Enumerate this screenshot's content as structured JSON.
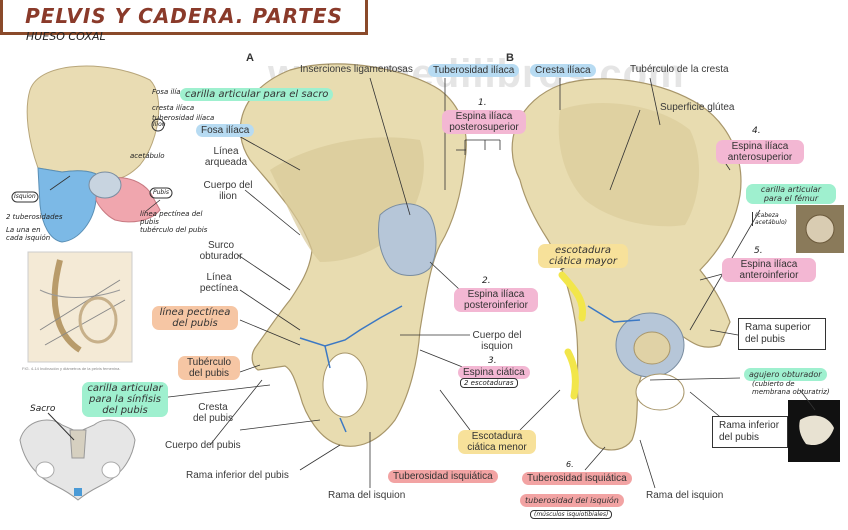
{
  "title": "PELVIS Y CADERA. PARTES",
  "left_heading": "HUESO COXAL",
  "watermark": "www.medilibros.com",
  "panel_labels": {
    "a": "A",
    "b": "B"
  },
  "thumbnails": {
    "top_notes": {
      "fosa_iliaca": "Fosa ilíaca",
      "cresta_iliaca": "cresta ilíaca",
      "tuberosidad": "tuberosidad ilíaca",
      "acetabulo": "acetábulo",
      "ilion": "Ilion",
      "isquion": "Isquion",
      "pubis": "Pubis",
      "tuberosidades": "2 tuberosidades",
      "una_en_cada": "La una en cada isquión",
      "linea_pectinea": "línea pectínea del pubis",
      "tuberculo": "tubérculo del pubis"
    },
    "sacro": "Sacro"
  },
  "figure_caption": "FIG. 4-14 Inclinación y diámetros de la pelvis femenina.",
  "labels_a": {
    "inserciones": "Inserciones ligamentosas",
    "carilla_sacro": "carilla articular para el sacro",
    "fosa_iliaca": "Fosa ilíaca",
    "linea_arqueada": "Línea arqueada",
    "cuerpo_ilion": "Cuerpo del ilion",
    "surco_obturador": "Surco obturador",
    "linea_pectinea": "Línea pectínea",
    "linea_pectinea_pubis": "línea pectínea del pubis",
    "tuberculo_pubis": "Tubérculo del pubis",
    "carilla_sinfisis": "carilla articular para la sínfisis del pubis",
    "cresta_pubis": "Cresta del pubis",
    "cuerpo_pubis": "Cuerpo del pubis",
    "rama_inferior_pubis": "Rama inferior del pubis",
    "rama_isquion": "Rama del isquion",
    "tuberosidad_isquiatica": "Tuberosidad isquiática"
  },
  "labels_mid": {
    "tuberosidad_iliaca": "Tuberosidad ilíaca",
    "num1": "1.",
    "espina_posterosuperior": "Espina ilíaca posterosuperior",
    "num2": "2.",
    "espina_posteroinferior": "Espina ilíaca posteroinferior",
    "cuerpo_isquion": "Cuerpo del isquion",
    "num3": "3.",
    "espina_ciatica": "Espina ciática",
    "escotaduras": "2 escotaduras",
    "escotadura_menor": "Escotadura ciática menor",
    "escotadura_mayor": "escotadura ciática mayor",
    "num6": "6.",
    "tuberosidad_isquiatica": "Tuberosidad isquiática",
    "tuberosidad_isquion": "tuberosidad del isquión",
    "musculos": "(músculos isquiotibiales)"
  },
  "labels_b": {
    "cresta_iliaca": "Cresta ilíaca",
    "tuberculo_cresta": "Tubérculo de la cresta",
    "superficie_glutea": "Superficie glútea",
    "num4": "4.",
    "espina_anterosuperior": "Espina ilíaca anterosuperior",
    "carilla_fémur": "carilla articular para el fémur",
    "cabeza": "(cabeza acetábulo)",
    "num5": "5.",
    "espina_anteroinferior": "Espina ilíaca anteroinferior",
    "rama_superior_pubis": "Rama superior del pubis",
    "agujero_obturador": "agujero obturador",
    "cubierto": "(cubierto de membrana obturatriz)",
    "rama_inferior_pubis": "Rama inferior del pubis",
    "rama_isquion": "Rama del isquion"
  },
  "colors": {
    "bone": "#e8dcb0",
    "bone_shadow": "#c9b98a",
    "acetabulum": "#b6c6d8",
    "highlight_yellow": "#f2e64a",
    "title": "#8a3a2a"
  }
}
